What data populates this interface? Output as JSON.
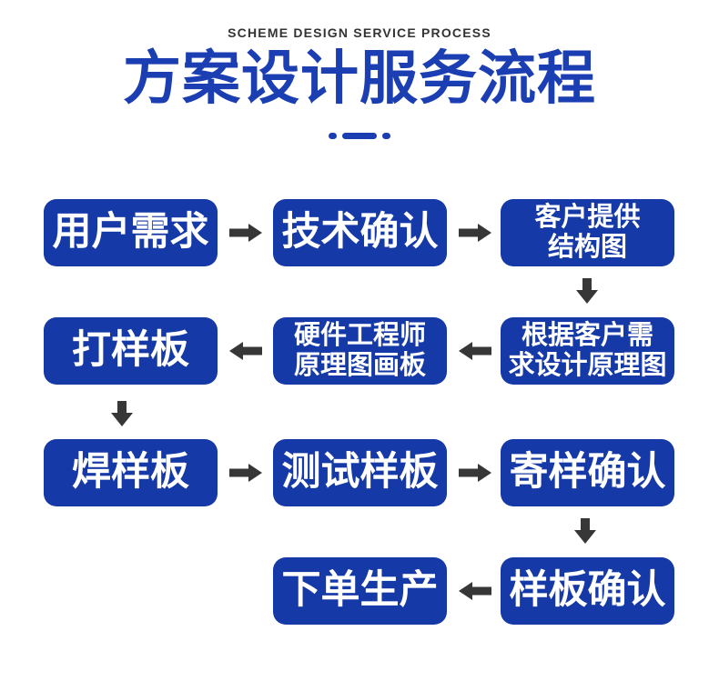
{
  "colors": {
    "title_blue": "#1b3eb2",
    "box_blue": "#1539a6",
    "arrow_dark": "#373737",
    "eyebrow_gray": "#333333",
    "box_text": "#ffffff"
  },
  "header": {
    "eyebrow": "SCHEME DESIGN SERVICE PROCESS",
    "title": "方案设计服务流程"
  },
  "flow": {
    "nodes": [
      {
        "label": "用户需求"
      },
      {
        "label": "技术确认"
      },
      {
        "label": "客户提供\n结构图"
      },
      {
        "label": "根据客户需\n求设计原理图"
      },
      {
        "label": "硬件工程师\n原理图画板"
      },
      {
        "label": "打样板"
      },
      {
        "label": "焊样板"
      },
      {
        "label": "测试样板"
      },
      {
        "label": "寄样确认"
      },
      {
        "label": "样板确认"
      },
      {
        "label": "下单生产"
      }
    ]
  }
}
